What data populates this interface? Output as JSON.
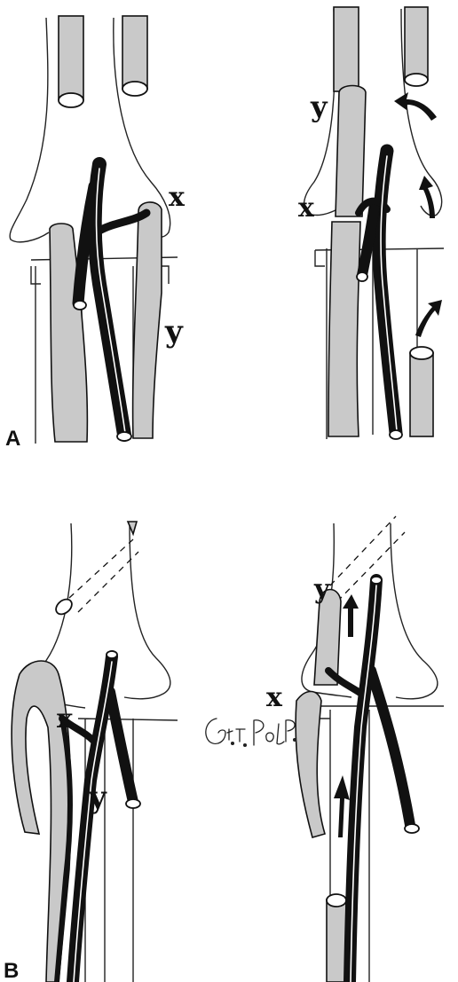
{
  "figure": {
    "panels": [
      {
        "id": "A",
        "label": "A",
        "stages": [
          {
            "id": "before",
            "labels": {
              "x": "x",
              "y": "y"
            }
          },
          {
            "id": "after",
            "labels": {
              "x": "x",
              "y": "y"
            }
          }
        ]
      },
      {
        "id": "B",
        "label": "B",
        "stages": [
          {
            "id": "before",
            "labels": {
              "x": "x",
              "y": "y"
            }
          },
          {
            "id": "after",
            "labels": {
              "x": "x",
              "y": "y"
            }
          }
        ]
      }
    ],
    "signature": "G.T. Pol P."
  },
  "colors": {
    "ink": "#111111",
    "stipple_fill": "#c9c9c9",
    "background": "#ffffff"
  }
}
